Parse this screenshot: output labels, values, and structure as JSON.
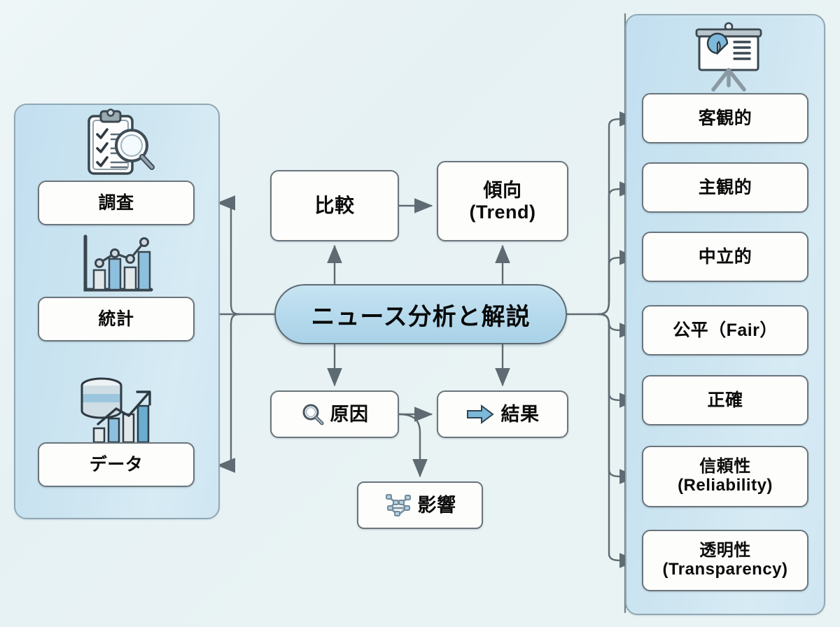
{
  "diagram": {
    "title": "ニュース分析と解説",
    "type": "mindmap",
    "center": {
      "label": "ニュース分析と解説",
      "fill": "#b5d9ec",
      "border": "#5d6b74"
    },
    "background": "#e9f3f4",
    "panel_fill": "#cbe4f0",
    "panel_border": "#90a8b4",
    "connector_color": "#5f6b72"
  },
  "left_panel": {
    "name": "inputs-panel",
    "icons": [
      {
        "name": "clipboard-search-icon",
        "for": "調査"
      },
      {
        "name": "bar-chart-line-icon",
        "for": "統計"
      },
      {
        "name": "database-growth-icon",
        "for": "データ"
      }
    ],
    "items": [
      {
        "label": "調査"
      },
      {
        "label": "統計"
      },
      {
        "label": "データ"
      }
    ]
  },
  "right_panel": {
    "name": "qualities-panel",
    "icons": [
      {
        "name": "presentation-board-icon",
        "for": "客観的"
      }
    ],
    "items": [
      {
        "label": "客観的"
      },
      {
        "label": "主観的"
      },
      {
        "label": "中立的"
      },
      {
        "label": "公平（Fair）"
      },
      {
        "label": "正確"
      },
      {
        "label": "信頼性\n(Reliability)"
      },
      {
        "label": "透明性\n(Transparency)"
      }
    ]
  },
  "center_nodes": {
    "compare": {
      "label": "比較"
    },
    "trend": {
      "label": "傾向\n(Trend)"
    },
    "cause": {
      "label": "原因",
      "icon": "magnifier-icon"
    },
    "result": {
      "label": "結果",
      "icon": "blue-right-arrow-icon"
    },
    "impact": {
      "label": "影響",
      "icon": "network-nodes-icon"
    }
  },
  "edges": [
    {
      "from": "ニュース分析と解説",
      "to": "調査"
    },
    {
      "from": "ニュース分析と解説",
      "to": "統計"
    },
    {
      "from": "ニュース分析と解説",
      "to": "データ"
    },
    {
      "from": "ニュース分析と解説",
      "to": "比較"
    },
    {
      "from": "ニュース分析と解説",
      "to": "傾向（Trend）"
    },
    {
      "from": "比較",
      "to": "傾向（Trend）"
    },
    {
      "from": "ニュース分析と解説",
      "to": "原因"
    },
    {
      "from": "ニュース分析と解説",
      "to": "結果"
    },
    {
      "from": "原因",
      "to": "結果"
    },
    {
      "from": "原因",
      "to": "影響"
    },
    {
      "from": "ニュース分析と解説",
      "to": "客観的"
    },
    {
      "from": "ニュース分析と解説",
      "to": "主観的"
    },
    {
      "from": "ニュース分析と解説",
      "to": "中立的"
    },
    {
      "from": "ニュース分析と解説",
      "to": "公平（Fair）"
    },
    {
      "from": "ニュース分析と解説",
      "to": "正確"
    },
    {
      "from": "ニュース分析と解説",
      "to": "信頼性（Reliability）"
    },
    {
      "from": "ニュース分析と解説",
      "to": "透明性（Transparency）"
    }
  ]
}
